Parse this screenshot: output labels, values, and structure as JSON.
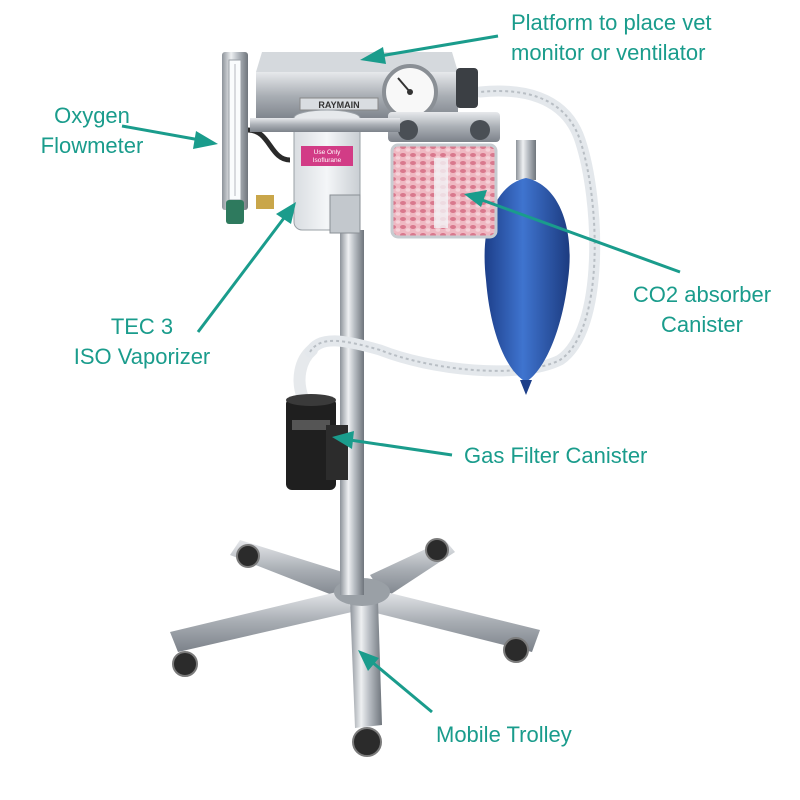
{
  "colors": {
    "label": "#1a9c8c",
    "pointer": "#1a9c8c",
    "steel": "#c8ccd0",
    "bag": "#2f5fb8",
    "absorbent": "#e69aaa",
    "vaporizer_label": "#c4327a"
  },
  "labels": {
    "platform": [
      "Platform to place vet",
      "monitor or ventilator"
    ],
    "oxygen": [
      "Oxygen",
      "Flowmeter"
    ],
    "co2": [
      "CO2 absorber",
      "Canister"
    ],
    "tec": [
      "TEC 3",
      "ISO Vaporizer"
    ],
    "filter": [
      "Gas Filter Canister"
    ],
    "trolley": [
      "Mobile Trolley"
    ]
  },
  "device_text": {
    "brand_plate": "RAYMAIN",
    "vaporizer_tag": [
      "Use Only",
      "Isoflurane"
    ]
  }
}
